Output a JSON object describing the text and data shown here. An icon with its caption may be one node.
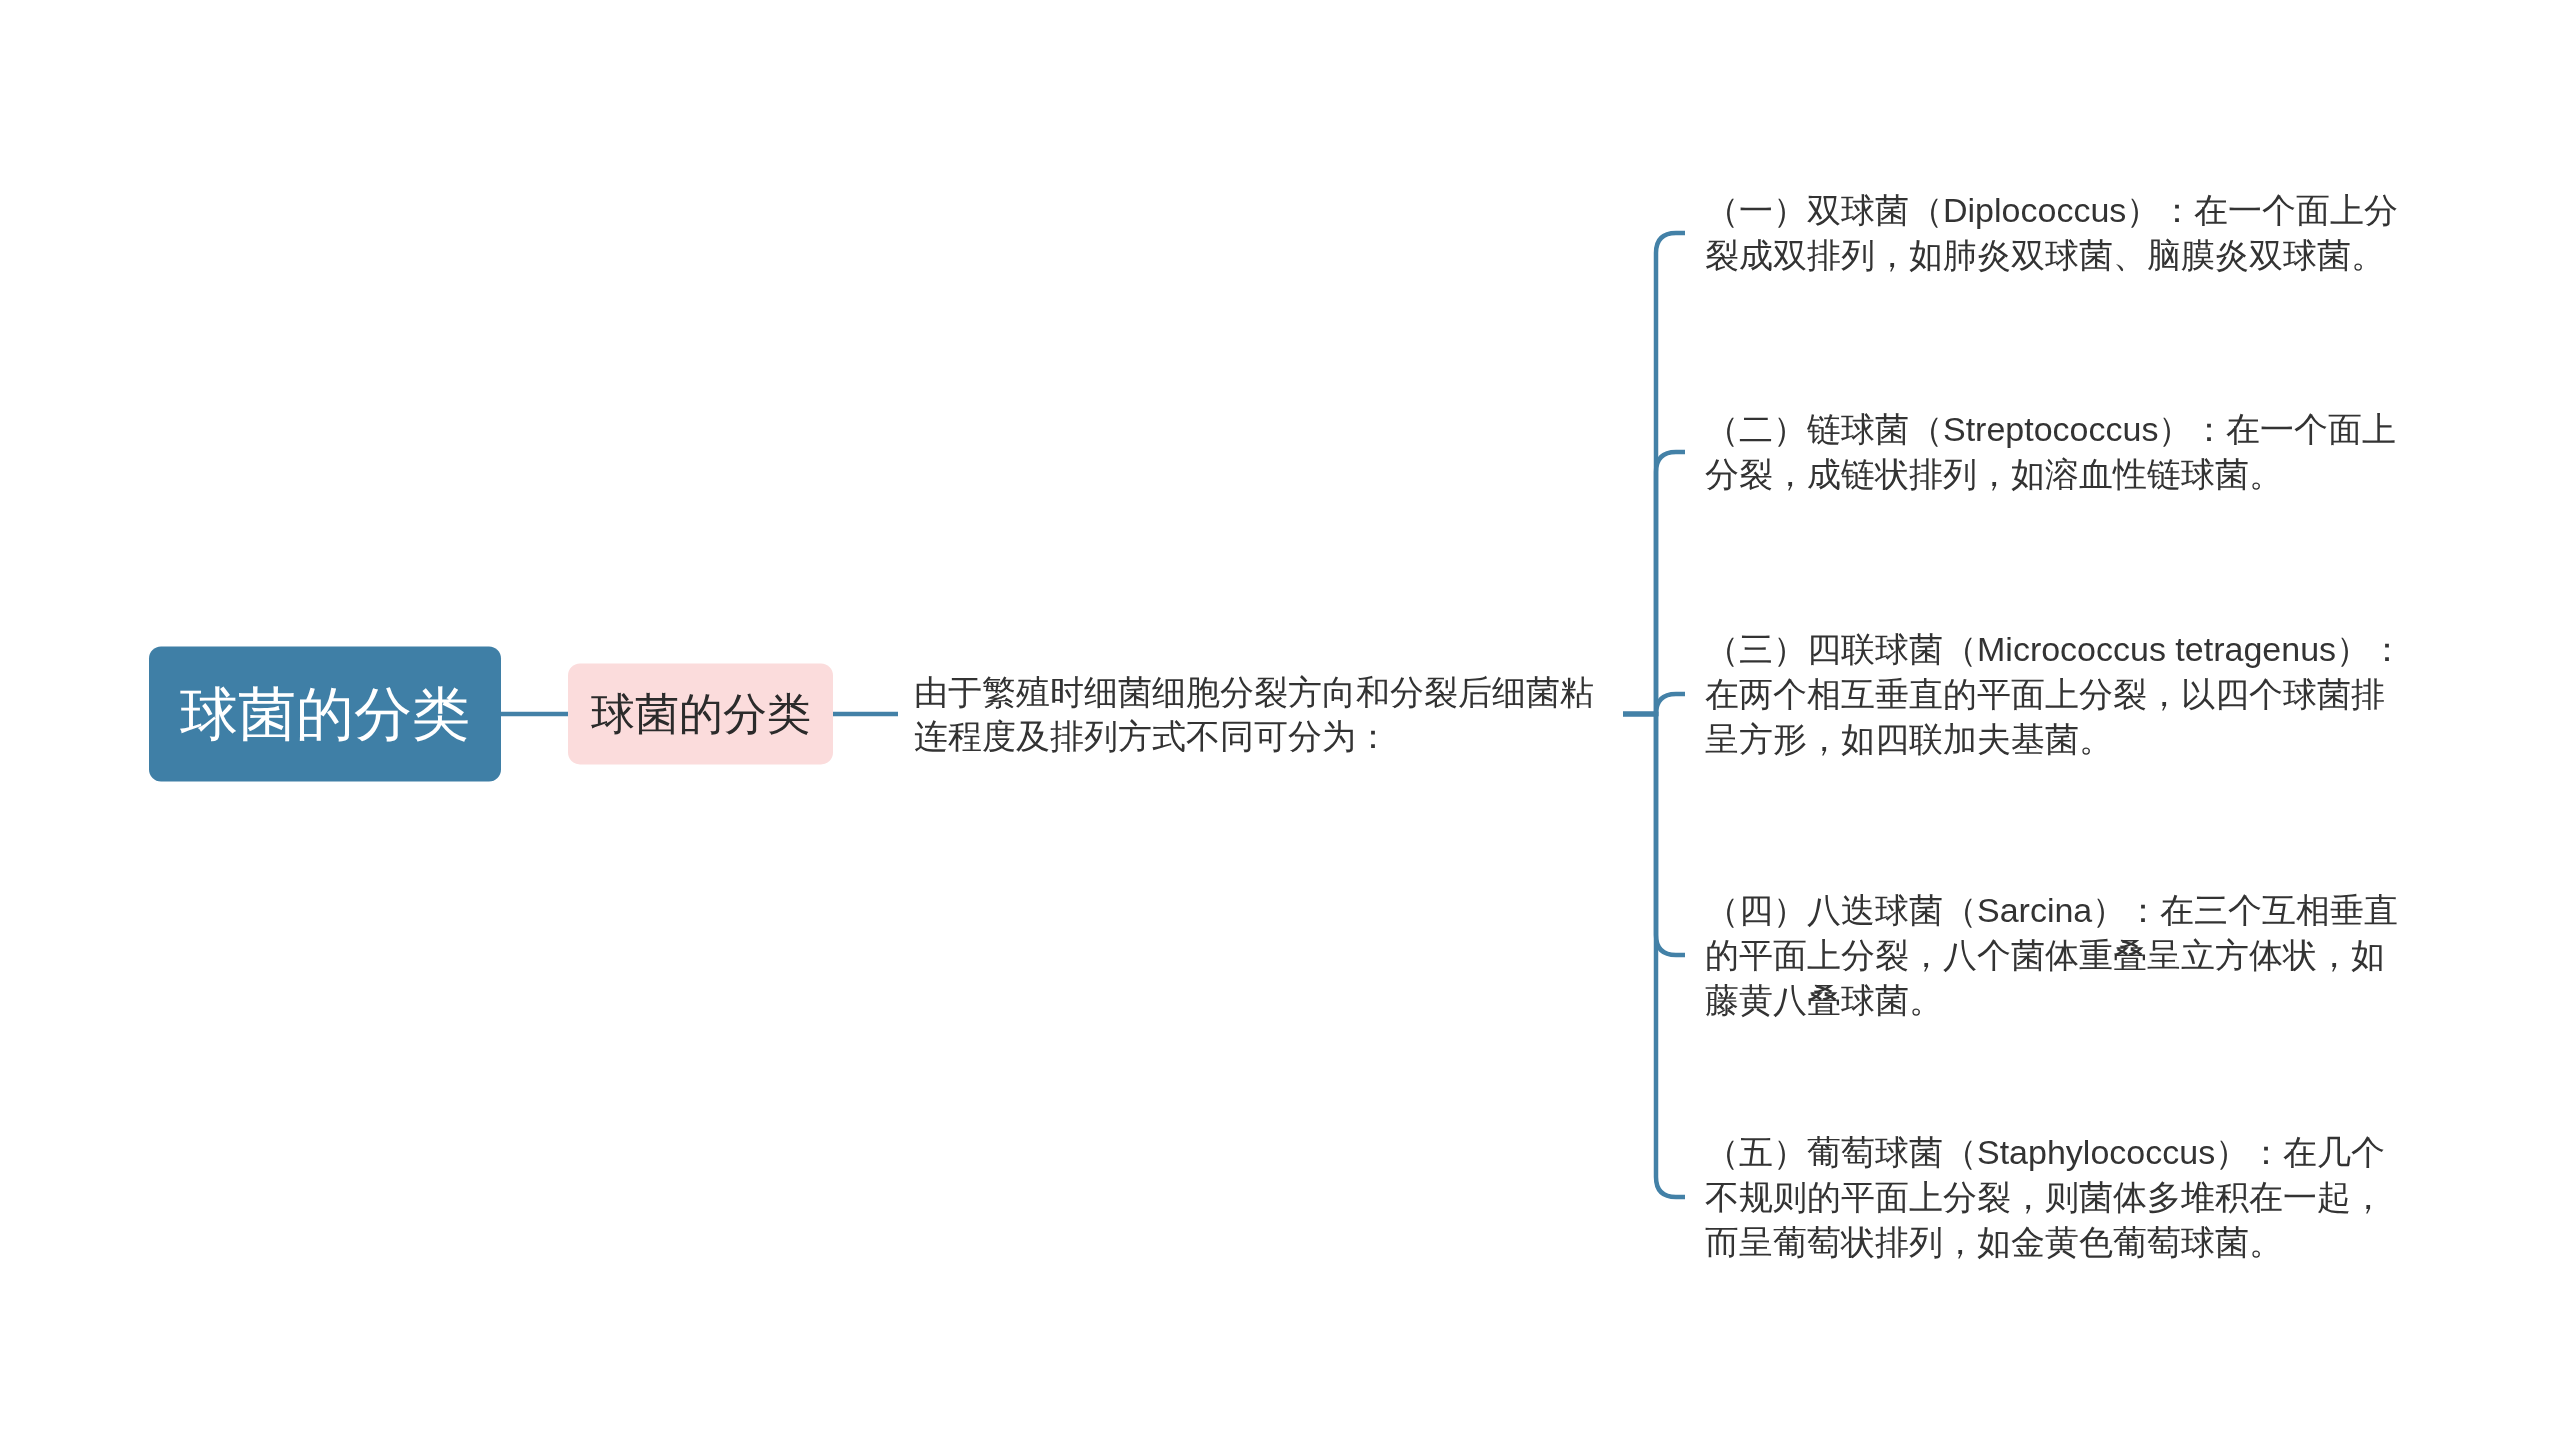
{
  "diagram": {
    "nodes": [
      {
        "text": [
          "球菌的分类"
        ]
      },
      {
        "text": [
          "球菌的分类"
        ]
      },
      {
        "text": [
          "由于繁殖时细菌细胞分裂方向和分裂后细菌粘连程度及排列方式不同可分为："
        ]
      },
      {
        "text": [
          "（一）双球菌（Diplococcus）：在一个面上分裂成双排列，如肺炎双球菌、脑膜炎双球菌。"
        ]
      },
      {
        "text": [
          "（二）链球菌（Streptococcus）：在一个面上分裂，成链状排列，如溶血性链球菌。"
        ]
      },
      {
        "text": [
          "（三）四联球菌（Micrococcus tetragenus）：在两个相互垂直的平面上分裂，以四个球菌排呈方形，如四联加夫基菌。"
        ]
      },
      {
        "text": [
          "（四）八迭球菌（Sarcina）：在三个互相垂直的平面上分裂，八个菌体重叠呈立方体状，如藤黄八叠球菌。"
        ]
      },
      {
        "text": [
          "（五）葡萄球菌（Staphylococcus）：在几个不规则的平面上分裂，则菌体多堆积在一起，而呈葡萄状排列，如金黄色葡萄球菌。"
        ]
      }
    ],
    "edges": [
      {
        "from": 0,
        "to": 1,
        "arrow": "none"
      },
      {
        "from": 1,
        "to": 2,
        "arrow": "none"
      },
      {
        "from": 2,
        "to": 3,
        "arrow": "none"
      },
      {
        "from": 2,
        "to": 4,
        "arrow": "none"
      },
      {
        "from": 2,
        "to": 5,
        "arrow": "none"
      },
      {
        "from": 2,
        "to": 6,
        "arrow": "none"
      },
      {
        "from": 2,
        "to": 7,
        "arrow": "none"
      }
    ]
  }
}
